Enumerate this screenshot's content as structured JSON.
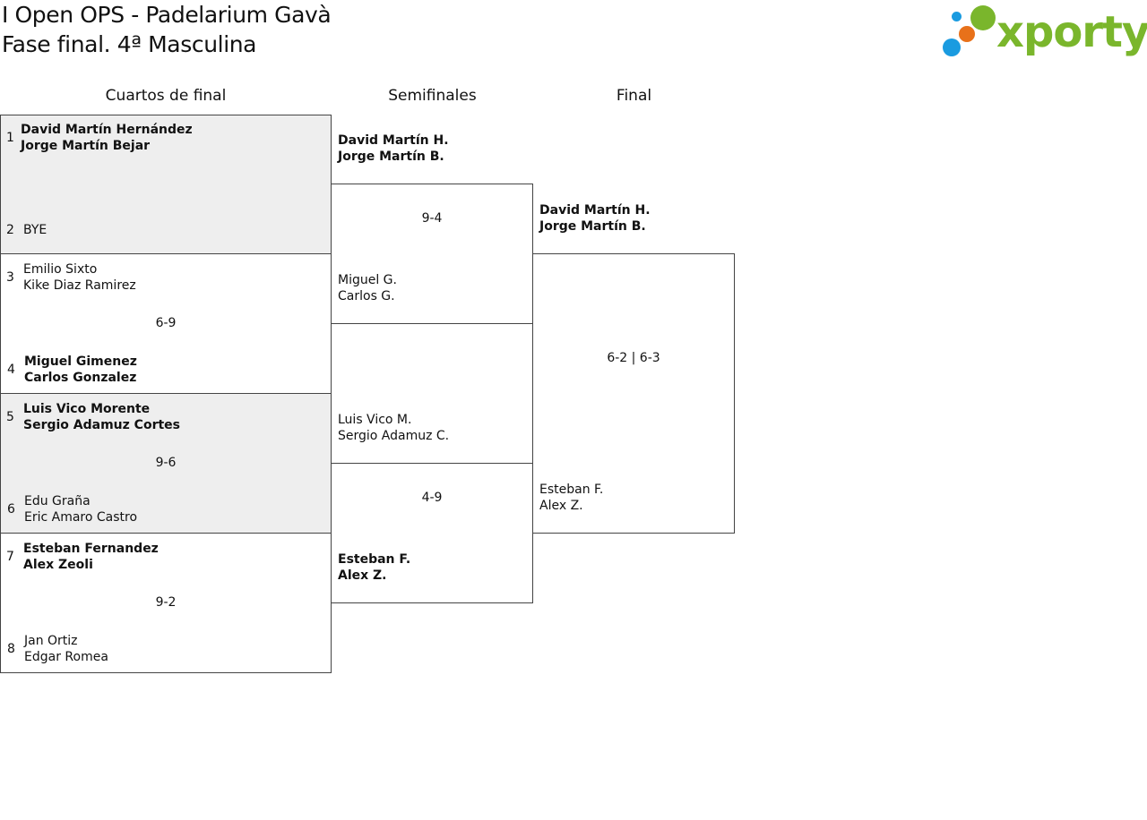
{
  "header": {
    "title_line1": "I Open OPS - Padelarium Gavà",
    "title_line2": "Fase final. 4ª Masculina"
  },
  "logo": {
    "text": "xporty",
    "colors": {
      "text": "#7ab62c",
      "blue": "#1a9be0",
      "orange": "#e8711a",
      "green": "#7ab62c"
    }
  },
  "rounds": {
    "quarterfinals": "Cuartos de final",
    "semifinals": "Semifinales",
    "final": "Final"
  },
  "quarterfinals": [
    {
      "seed_a": "1",
      "team_a": [
        "David Martín Hernández",
        "Jorge Martín Bejar"
      ],
      "seed_b": "2",
      "team_b": [
        "BYE"
      ],
      "score": ""
    },
    {
      "seed_a": "3",
      "team_a": [
        "Emilio Sixto",
        "Kike Diaz Ramirez"
      ],
      "seed_b": "4",
      "team_b": [
        "Miguel Gimenez",
        "Carlos Gonzalez"
      ],
      "score": "6-9"
    },
    {
      "seed_a": "5",
      "team_a": [
        "Luis Vico Morente",
        "Sergio Adamuz Cortes"
      ],
      "seed_b": "6",
      "team_b": [
        "Edu Graña",
        "Eric Amaro Castro"
      ],
      "score": "9-6"
    },
    {
      "seed_a": "7",
      "team_a": [
        "Esteban Fernandez",
        "Alex Zeoli"
      ],
      "seed_b": "8",
      "team_b": [
        "Jan Ortiz",
        "Edgar Romea"
      ],
      "score": "9-2"
    }
  ],
  "semifinals": [
    {
      "team_a": [
        "David Martín H.",
        "Jorge Martín B."
      ],
      "team_b": [
        "Miguel G.",
        "Carlos G."
      ],
      "score": "9-4"
    },
    {
      "team_a": [
        "Luis Vico M.",
        "Sergio Adamuz C."
      ],
      "team_b": [
        "Esteban F.",
        "Alex Z."
      ],
      "score": "4-9"
    }
  ],
  "final": {
    "team_a": [
      "David Martín H.",
      "Jorge Martín B."
    ],
    "team_b": [
      "Esteban F.",
      "Alex Z."
    ],
    "score": "6-2 | 6-3"
  }
}
